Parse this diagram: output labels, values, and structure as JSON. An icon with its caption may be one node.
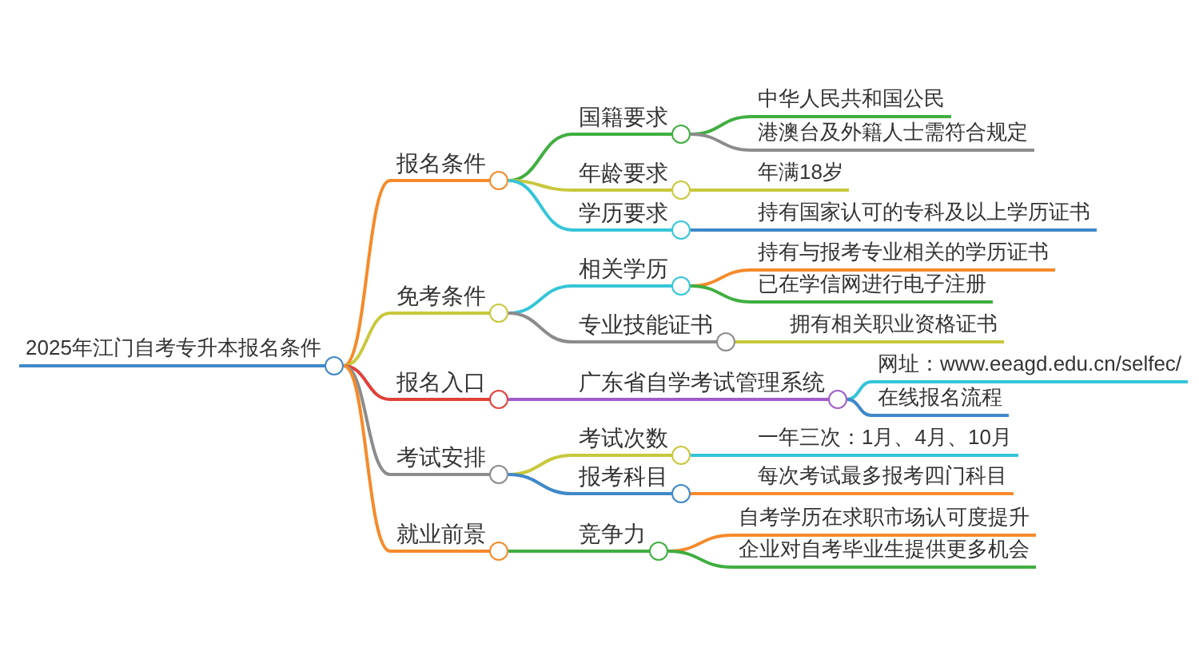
{
  "diagram": {
    "nodes": [
      {
        "text": [
          "2025年江门自考专升本报名条件"
        ]
      },
      {
        "text": [
          "报名条件"
        ]
      },
      {
        "text": [
          "国籍要求"
        ]
      },
      {
        "text": [
          "中华人民共和国公民"
        ]
      },
      {
        "text": [
          "港澳台及外籍人士需符合规定"
        ]
      },
      {
        "text": [
          "年龄要求"
        ]
      },
      {
        "text": [
          "年满18岁"
        ]
      },
      {
        "text": [
          "学历要求"
        ]
      },
      {
        "text": [
          "持有国家认可的专科及以上学历证书"
        ]
      },
      {
        "text": [
          "免考条件"
        ]
      },
      {
        "text": [
          "相关学历"
        ]
      },
      {
        "text": [
          "持有与报考专业相关的学历证书"
        ]
      },
      {
        "text": [
          "已在学信网进行电子注册"
        ]
      },
      {
        "text": [
          "专业技能证书"
        ]
      },
      {
        "text": [
          "拥有相关职业资格证书"
        ]
      },
      {
        "text": [
          "报名入口"
        ]
      },
      {
        "text": [
          "广东省自学考试管理系统"
        ]
      },
      {
        "text": [
          "网址：www.eeagd.edu.cn/selfec/"
        ]
      },
      {
        "text": [
          "在线报名流程"
        ]
      },
      {
        "text": [
          "考试安排"
        ]
      },
      {
        "text": [
          "考试次数"
        ]
      },
      {
        "text": [
          "一年三次：1月、4月、10月"
        ]
      },
      {
        "text": [
          "报考科目"
        ]
      },
      {
        "text": [
          "每次考试最多报考四门科目"
        ]
      },
      {
        "text": [
          "就业前景"
        ]
      },
      {
        "text": [
          "竞争力"
        ]
      },
      {
        "text": [
          "自考学历在求职市场认可度提升"
        ]
      },
      {
        "text": [
          "企业对自考毕业生提供更多机会"
        ]
      }
    ],
    "edges": [
      {
        "from": 0,
        "to": 1,
        "arrow": "none",
        "color": "#f58a2a"
      },
      {
        "from": 1,
        "to": 2,
        "arrow": "none",
        "color": "#3fae3f"
      },
      {
        "from": 2,
        "to": 3,
        "arrow": "none",
        "color": "#3fae3f"
      },
      {
        "from": 2,
        "to": 4,
        "arrow": "none",
        "color": "#8c8c8c"
      },
      {
        "from": 1,
        "to": 5,
        "arrow": "none",
        "color": "#c8c83c"
      },
      {
        "from": 5,
        "to": 6,
        "arrow": "none",
        "color": "#c8c83c"
      },
      {
        "from": 1,
        "to": 7,
        "arrow": "none",
        "color": "#35c5d8"
      },
      {
        "from": 7,
        "to": 8,
        "arrow": "none",
        "color": "#3f88c8"
      },
      {
        "from": 0,
        "to": 9,
        "arrow": "none",
        "color": "#c8c83c"
      },
      {
        "from": 9,
        "to": 10,
        "arrow": "none",
        "color": "#35c5d8"
      },
      {
        "from": 10,
        "to": 11,
        "arrow": "none",
        "color": "#f58a2a"
      },
      {
        "from": 10,
        "to": 12,
        "arrow": "none",
        "color": "#3fae3f"
      },
      {
        "from": 9,
        "to": 13,
        "arrow": "none",
        "color": "#8c8c8c"
      },
      {
        "from": 13,
        "to": 14,
        "arrow": "none",
        "color": "#c8c83c"
      },
      {
        "from": 0,
        "to": 15,
        "arrow": "none",
        "color": "#e0403a"
      },
      {
        "from": 15,
        "to": 16,
        "arrow": "none",
        "color": "#a05cc8"
      },
      {
        "from": 16,
        "to": 17,
        "arrow": "none",
        "color": "#35c5d8"
      },
      {
        "from": 16,
        "to": 18,
        "arrow": "none",
        "color": "#3f88c8"
      },
      {
        "from": 0,
        "to": 19,
        "arrow": "none",
        "color": "#8c8c8c"
      },
      {
        "from": 19,
        "to": 20,
        "arrow": "none",
        "color": "#c8c83c"
      },
      {
        "from": 20,
        "to": 21,
        "arrow": "none",
        "color": "#35c5d8"
      },
      {
        "from": 19,
        "to": 22,
        "arrow": "none",
        "color": "#3f88c8"
      },
      {
        "from": 22,
        "to": 23,
        "arrow": "none",
        "color": "#f58a2a"
      },
      {
        "from": 0,
        "to": 24,
        "arrow": "none",
        "color": "#f58a2a"
      },
      {
        "from": 24,
        "to": 25,
        "arrow": "none",
        "color": "#3fae3f"
      },
      {
        "from": 25,
        "to": 26,
        "arrow": "none",
        "color": "#f58a2a"
      },
      {
        "from": 25,
        "to": 27,
        "arrow": "none",
        "color": "#3fae3f"
      }
    ]
  }
}
